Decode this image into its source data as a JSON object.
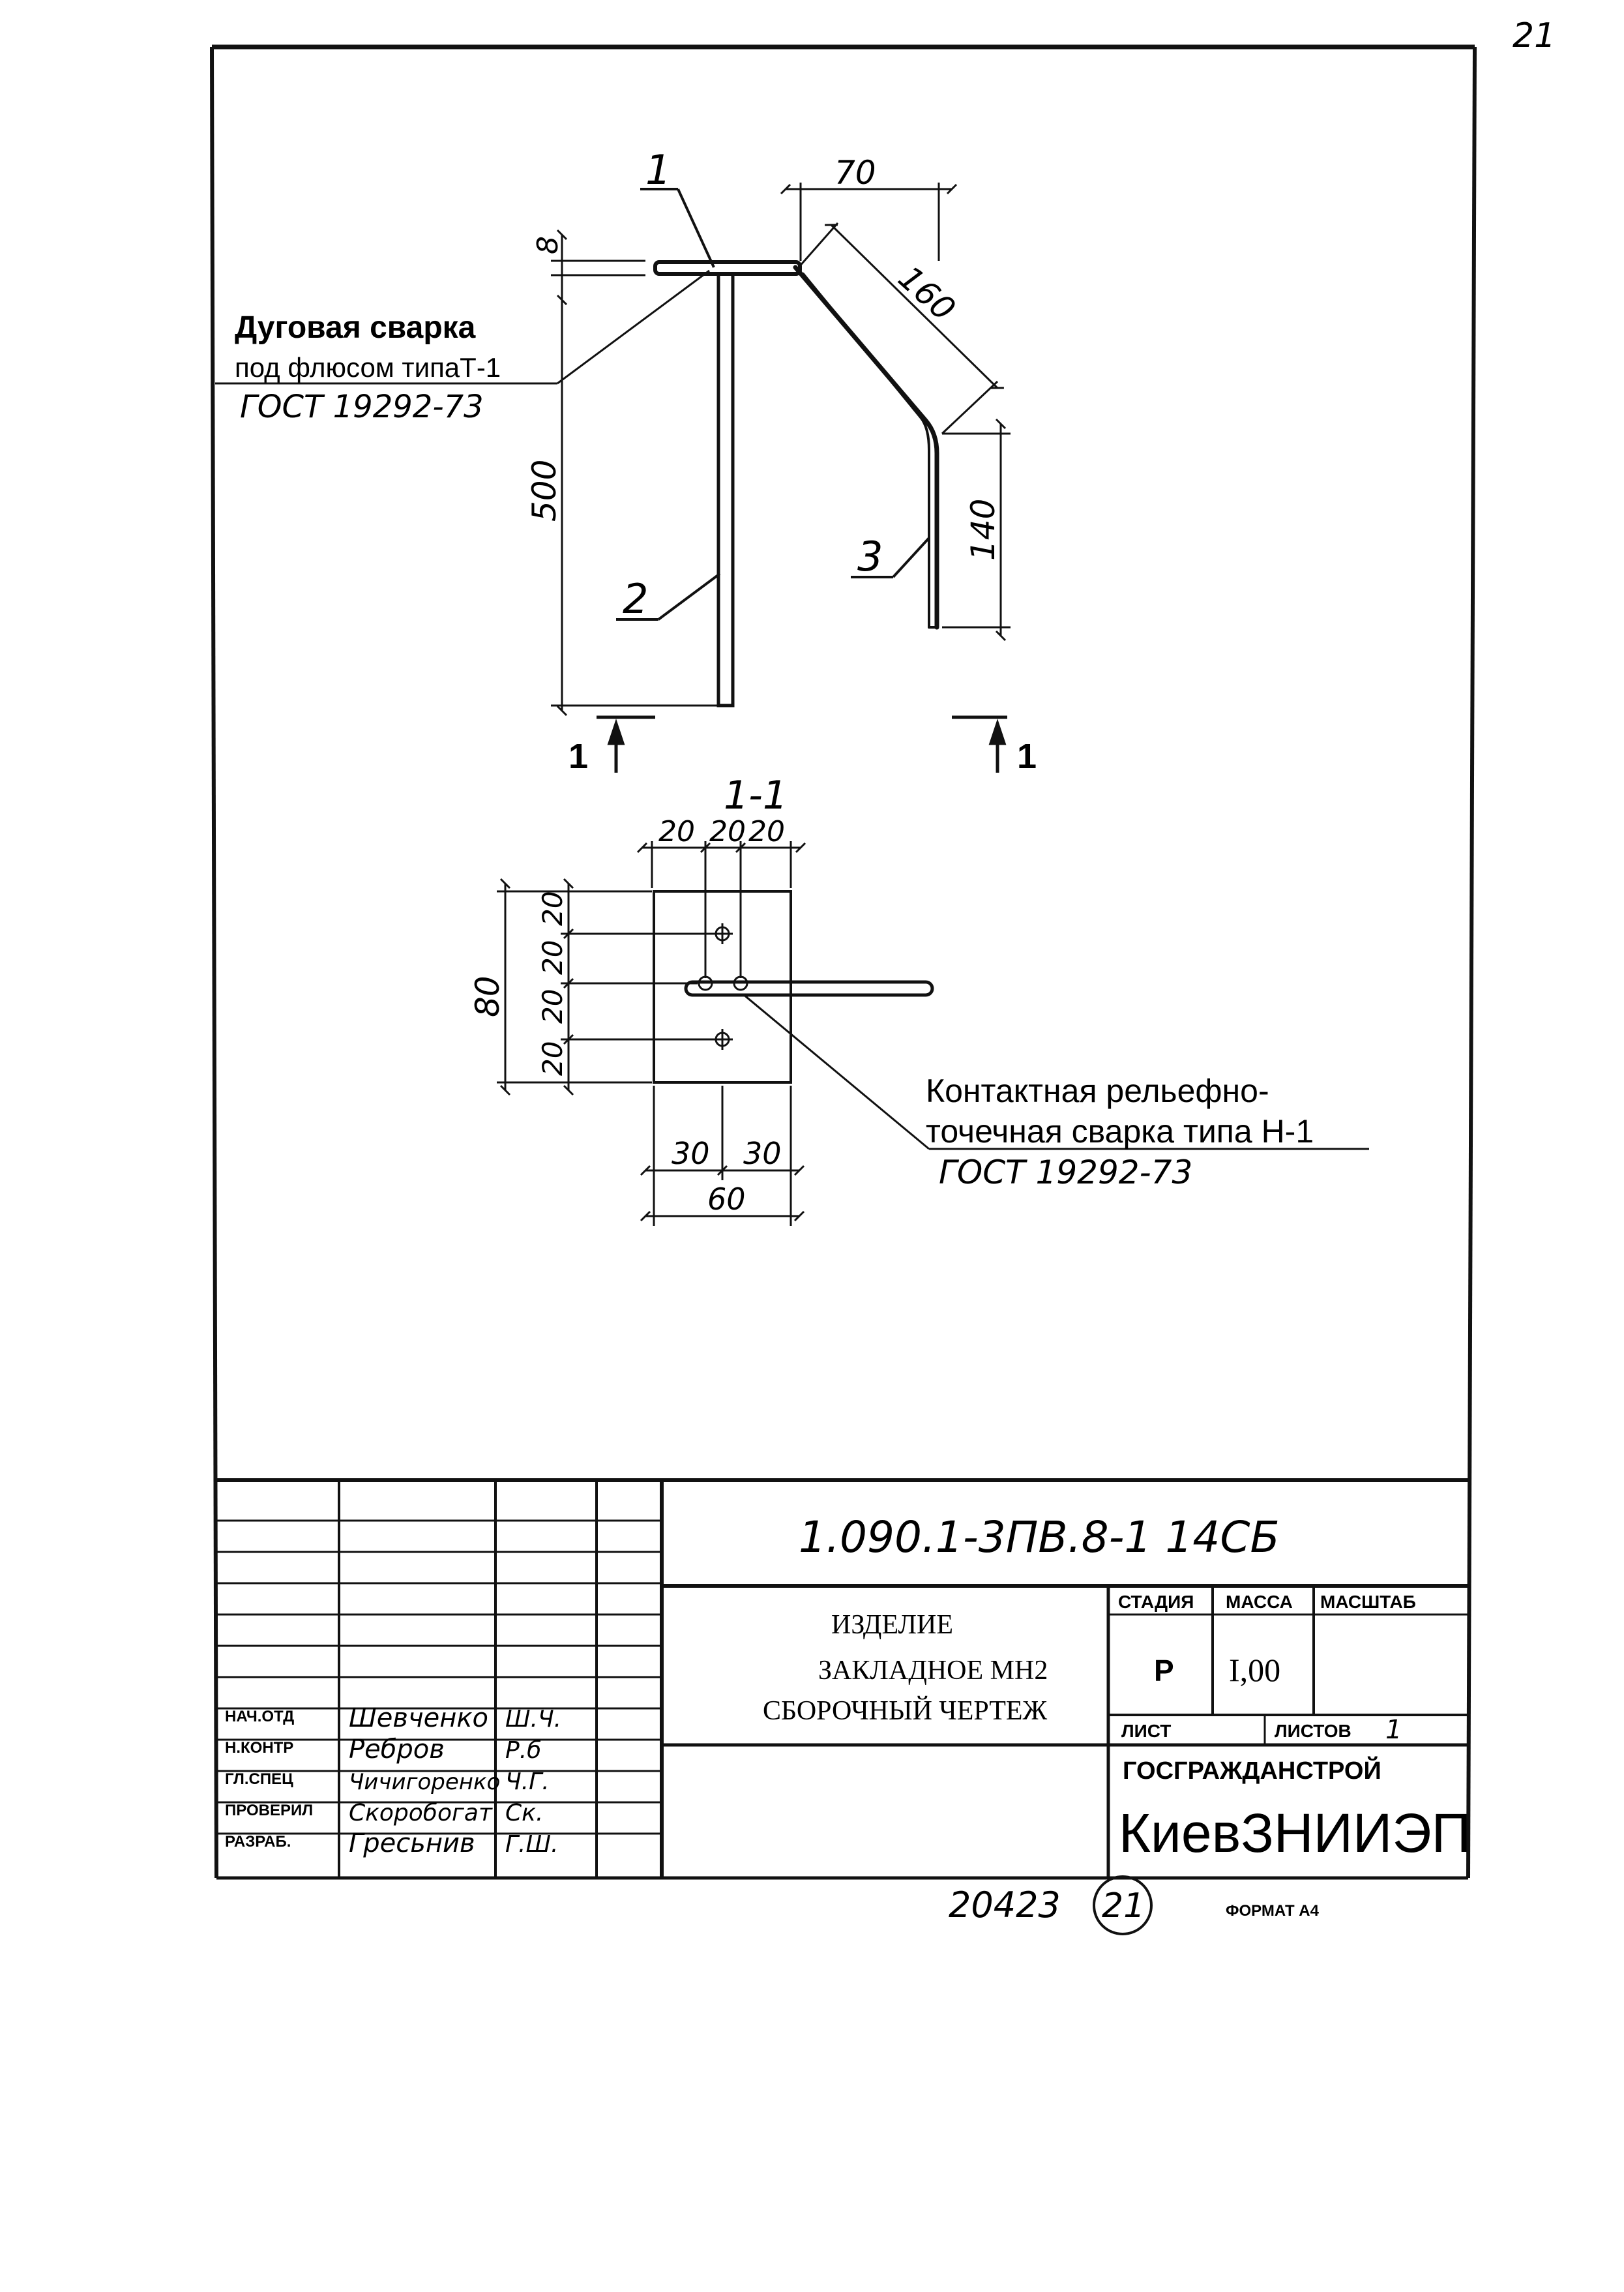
{
  "page_number": "21",
  "drawing": {
    "labels": {
      "pos1": "1",
      "pos2": "2",
      "pos3": "3",
      "section_mark_left": "1",
      "section_mark_right": "1",
      "section_title": "1-1"
    },
    "dimensions": {
      "d70": "70",
      "d160": "160",
      "d8": "8",
      "d500": "500",
      "d140": "140",
      "top_20a": "20",
      "top_20b": "20",
      "top_20c": "20",
      "left_20a": "20",
      "left_20b": "20",
      "left_20c": "20",
      "left_20d": "20",
      "d80": "80",
      "bottom_30a": "30",
      "bottom_30b": "30",
      "d60": "60"
    },
    "notes": {
      "arc_weld_line1": "Дуговая сварка",
      "arc_weld_line2": "под флюсом типаТ-1",
      "arc_weld_line3": "ГОСТ 19292-73",
      "contact_weld_line1": "Контактная рельефно-",
      "contact_weld_line2": "точечная сварка типа Н-1",
      "contact_weld_line3": "ГОСТ 19292-73"
    }
  },
  "title_block": {
    "designation": "1.090.1-3ПВ.8-1 14СБ",
    "name_line1": "ИЗДЕЛИЕ",
    "name_line2": "ЗАКЛАДНОЕ МН2",
    "name_line3": "СБОРОЧНЫЙ ЧЕРТЕЖ",
    "stage_header": "СТАДИЯ",
    "mass_header": "МАССА",
    "scale_header": "МАСШТАБ",
    "stage_value": "Р",
    "mass_value": "I,00",
    "sheet_label": "ЛИСТ",
    "sheets_label": "ЛИСТОВ",
    "sheets_value": "1",
    "org_line1": "ГОСГРАЖДАНСТРОЙ",
    "org_line2": "КиевЗНИИЭП",
    "signatures": [
      {
        "role": "НАЧ.ОТД",
        "name": "Шевченко",
        "sign": "Ш.Ч."
      },
      {
        "role": "Н.КОНТР",
        "name": "Ребров",
        "sign": "Р.б"
      },
      {
        "role": "ГЛ.СПЕЦ",
        "name": "Чичигоренко",
        "sign": "Ч.Г."
      },
      {
        "role": "ПРОВЕРИЛ",
        "name": "Скоробогат",
        "sign": "Ск."
      },
      {
        "role": "РАЗРАБ.",
        "name": "Гресьнив",
        "sign": "Г.Ш."
      }
    ]
  },
  "footer": {
    "inventory_number": "20423",
    "circled_number": "21",
    "format": "ФОРМАТ А4"
  },
  "colors": {
    "ink": "#111111",
    "paper": "#ffffff"
  }
}
